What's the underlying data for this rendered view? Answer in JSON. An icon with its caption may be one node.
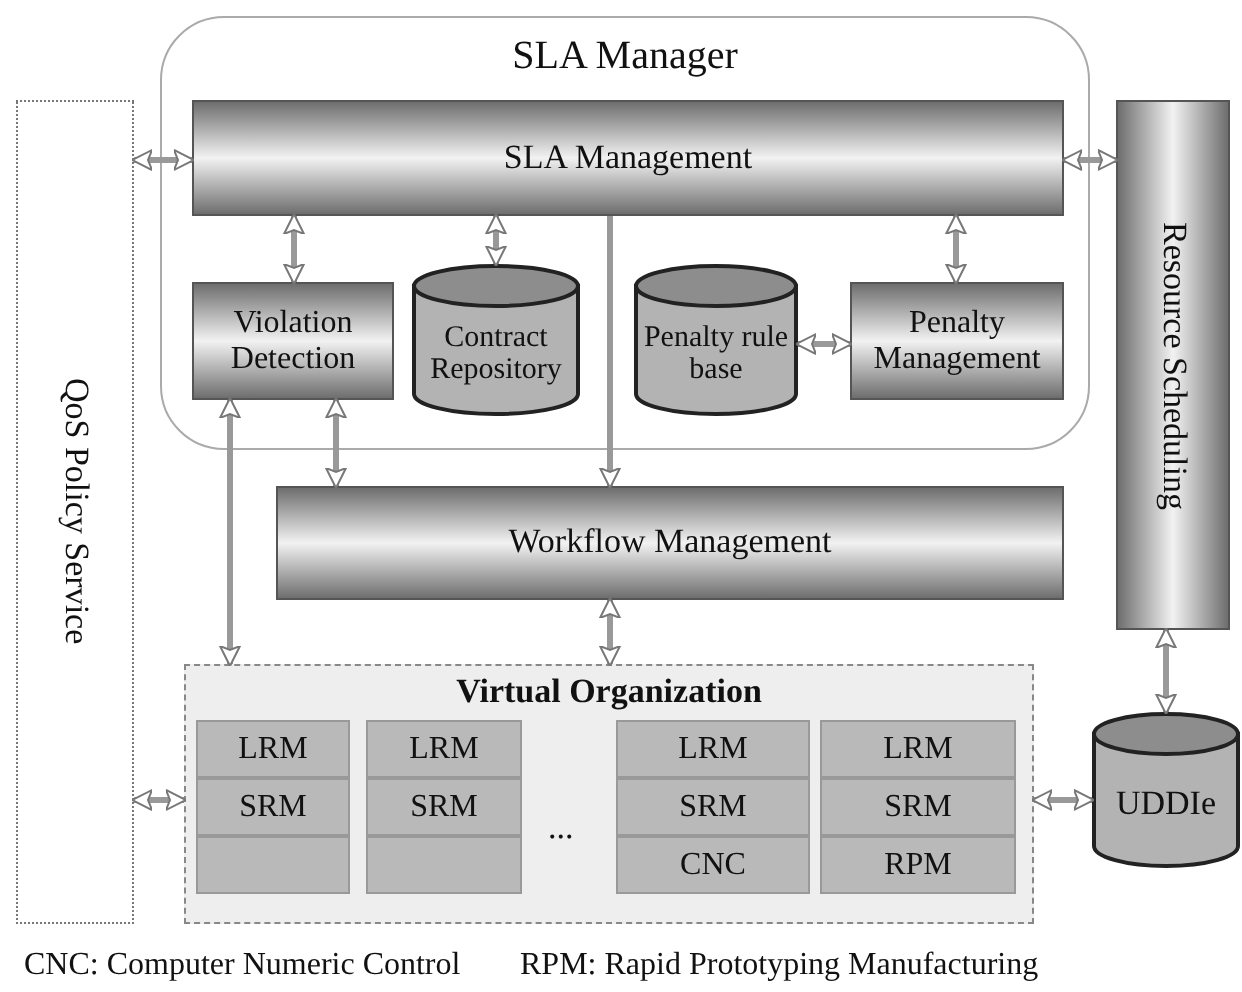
{
  "diagram": {
    "nodes": [
      {
        "text": [
          "SLA Manager"
        ]
      },
      {
        "text": [
          "SLA Management"
        ],
        "in": 0
      },
      {
        "text": [
          "Violation Detection"
        ],
        "in": 0
      },
      {
        "text": [
          "Contract Repository"
        ],
        "in": 0
      },
      {
        "text": [
          "Penalty rule base"
        ],
        "in": 0
      },
      {
        "text": [
          "Penalty Management"
        ],
        "in": 0
      },
      {
        "text": [
          "QoS Policy Service"
        ]
      },
      {
        "text": [
          "Resource Scheduling"
        ]
      },
      {
        "text": [
          "Workflow Management"
        ]
      },
      {
        "text": [
          "Virtual Organization"
        ]
      },
      {
        "text": [
          "LRM"
        ],
        "in": 9
      },
      {
        "text": [
          "SRM"
        ],
        "in": 9
      },
      {
        "text": [],
        "shape": "box",
        "in": 9
      },
      {
        "text": [
          "LRM"
        ],
        "in": 9
      },
      {
        "text": [
          "SRM"
        ],
        "in": 9
      },
      {
        "text": [],
        "shape": "box",
        "in": 9
      },
      {
        "text": [
          "LRM"
        ],
        "in": 9
      },
      {
        "text": [
          "SRM"
        ],
        "in": 9
      },
      {
        "text": [
          "CNC"
        ],
        "in": 9
      },
      {
        "text": [
          "LRM"
        ],
        "in": 9
      },
      {
        "text": [
          "SRM"
        ],
        "in": 9
      },
      {
        "text": [
          "RPM"
        ],
        "in": 9
      },
      {
        "text": [
          "UDDIe"
        ]
      }
    ],
    "edges": [
      {
        "from": 6,
        "to": 1,
        "arrow": "both"
      },
      {
        "from": 1,
        "to": 7,
        "arrow": "both"
      },
      {
        "from": 1,
        "to": 2,
        "arrow": "both"
      },
      {
        "from": 1,
        "to": 3,
        "arrow": "both"
      },
      {
        "from": 1,
        "to": 5,
        "arrow": "both"
      },
      {
        "from": 4,
        "to": 5,
        "arrow": "both"
      },
      {
        "from": 1,
        "to": 8,
        "arrow": "to"
      },
      {
        "from": 2,
        "to": 9,
        "arrow": "both"
      },
      {
        "from": 2,
        "to": 8,
        "arrow": "both"
      },
      {
        "from": 8,
        "to": 9,
        "arrow": "both"
      },
      {
        "from": 6,
        "to": 9,
        "arrow": "both"
      },
      {
        "from": 9,
        "to": 22,
        "arrow": "both"
      },
      {
        "from": 7,
        "to": 22,
        "arrow": "both"
      }
    ],
    "labels": [
      "...",
      "CNC: Computer Numeric Control",
      "RPM: Rapid Prototyping Manufacturing"
    ]
  }
}
